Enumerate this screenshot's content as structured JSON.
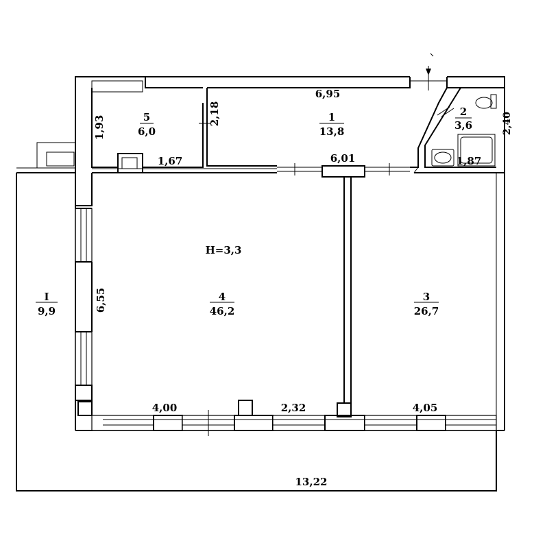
{
  "plan": {
    "height_label": "H=3,3",
    "rooms": [
      {
        "id": "1",
        "number": "1",
        "area": "13,8"
      },
      {
        "id": "2",
        "number": "2",
        "area": "3,6"
      },
      {
        "id": "3",
        "number": "3",
        "area": "26,7"
      },
      {
        "id": "4",
        "number": "4",
        "area": "46,2"
      },
      {
        "id": "5",
        "number": "5",
        "area": "6,0"
      },
      {
        "id": "I",
        "number": "I",
        "area": "9,9"
      }
    ],
    "dimensions": {
      "top_1": "6,95",
      "room5_height": "1,93",
      "room5_door": "2,18",
      "room5_width": "1,67",
      "partition": "6,01",
      "room2_height": "2,40",
      "room2_width": "1,87",
      "room4_height": "6,55",
      "bottom_left": "4,00",
      "bottom_mid": "2,32",
      "bottom_right": "4,05",
      "overall": "13,22"
    }
  }
}
